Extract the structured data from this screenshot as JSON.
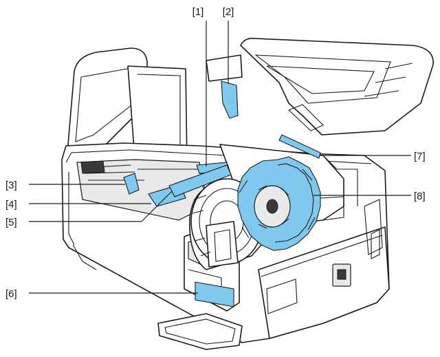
{
  "callouts": [
    {
      "label": "[1]"
    },
    {
      "label": "[2]"
    },
    {
      "label": "[3]"
    },
    {
      "label": "[4]"
    },
    {
      "label": "[5]"
    },
    {
      "label": "[6]"
    },
    {
      "label": "[7]"
    },
    {
      "label": "[8]"
    }
  ],
  "colors": {
    "highlight": "#7fc8ee",
    "highlight_dark": "#4aa8dc",
    "line": "#1a1a1a"
  }
}
